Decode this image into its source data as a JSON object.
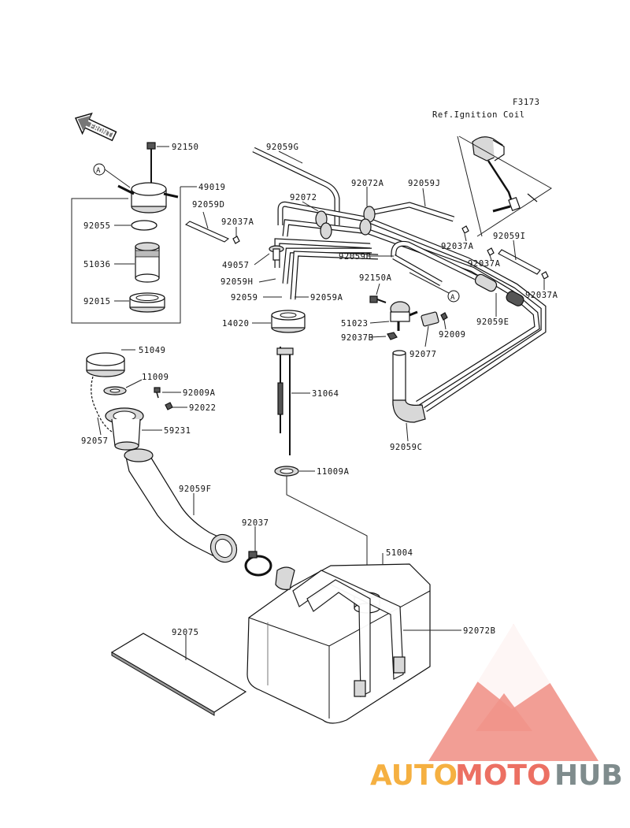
{
  "diagram": {
    "figure_code": "F3173",
    "reference_note": "Ref.Ignition Coil",
    "front_arrow_label": "FRONT",
    "connector_marker": "A"
  },
  "parts": {
    "p92150": "92150",
    "p49019": "49019",
    "p92059D": "92059D",
    "p92037A_1": "92037A",
    "p92055": "92055",
    "p51036": "51036",
    "p92015": "92015",
    "p92059G": "92059G",
    "p92072": "92072",
    "p92072A": "92072A",
    "p92059J": "92059J",
    "p92037A_2": "92037A",
    "p92059I": "92059I",
    "p92037A_3": "92037A",
    "p92037A_4": "92037A",
    "p49057": "49057",
    "p92059B": "92059B",
    "p92059H": "92059H",
    "p92059": "92059",
    "p92059A": "92059A",
    "p92150A": "92150A",
    "p14020": "14020",
    "p51023": "51023",
    "p92037B": "92037B",
    "p92009": "92009",
    "p92077": "92077",
    "p92059E": "92059E",
    "p51049": "51049",
    "p11009": "11009",
    "p92009A": "92009A",
    "p92022": "92022",
    "p59231": "59231",
    "p92057": "92057",
    "p31064": "31064",
    "p92059C": "92059C",
    "p11009A": "11009A",
    "p92059F": "92059F",
    "p92037": "92037",
    "p51004": "51004",
    "p92072B": "92072B",
    "p92075": "92075"
  },
  "watermark": {
    "part1": "AUTO",
    "part2": "MOTO",
    "part3": "HUB",
    "colors": {
      "auto": "#f5b041",
      "moto": "#ec7063",
      "hub": "#7f8c8d",
      "triangle": "#f1948a"
    }
  }
}
